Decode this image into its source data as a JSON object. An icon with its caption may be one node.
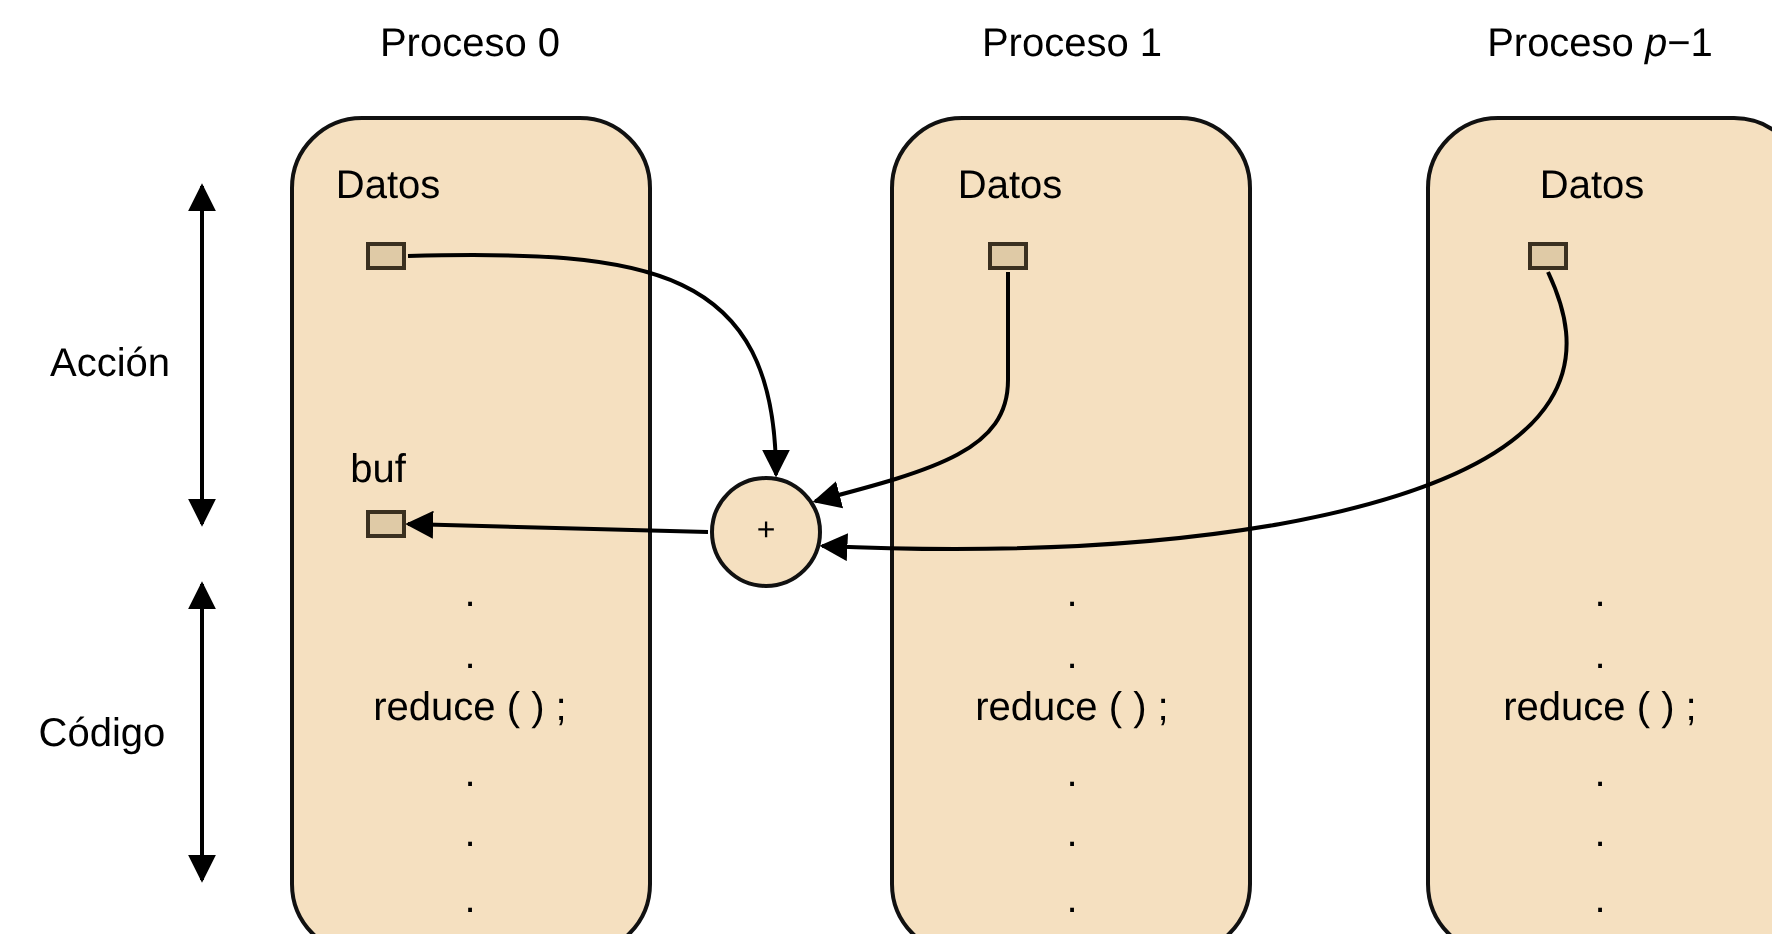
{
  "diagram": {
    "nodes": [
      {
        "text": [
          "Proceso 0",
          ".",
          ".",
          "reduce ( ) ;",
          ".",
          ".",
          "."
        ]
      },
      {
        "text": [],
        "shape": "box",
        "in": 0,
        "beside": [
          "Datos"
        ]
      },
      {
        "text": [],
        "shape": "box",
        "in": 0,
        "beside": [
          "buf"
        ]
      },
      {
        "text": [
          "Proceso 1",
          ".",
          ".",
          "reduce ( ) ;",
          ".",
          ".",
          "."
        ]
      },
      {
        "text": [],
        "shape": "box",
        "in": 3,
        "beside": [
          "Datos"
        ]
      },
      {
        "text": [
          "Proceso *p*−1",
          ".",
          ".",
          "reduce ( ) ;",
          ".",
          ".",
          "."
        ]
      },
      {
        "text": [],
        "shape": "box",
        "in": 5,
        "beside": [
          "Datos"
        ]
      },
      {
        "text": [
          "+"
        ]
      }
    ],
    "edges": [
      {
        "from": 1,
        "to": 7,
        "arrow": "to"
      },
      {
        "from": 4,
        "to": 7,
        "arrow": "to"
      },
      {
        "from": 6,
        "to": 7,
        "arrow": "to"
      },
      {
        "from": 7,
        "to": 2,
        "arrow": "to"
      }
    ],
    "labels": [
      "Acción",
      "Código"
    ]
  }
}
